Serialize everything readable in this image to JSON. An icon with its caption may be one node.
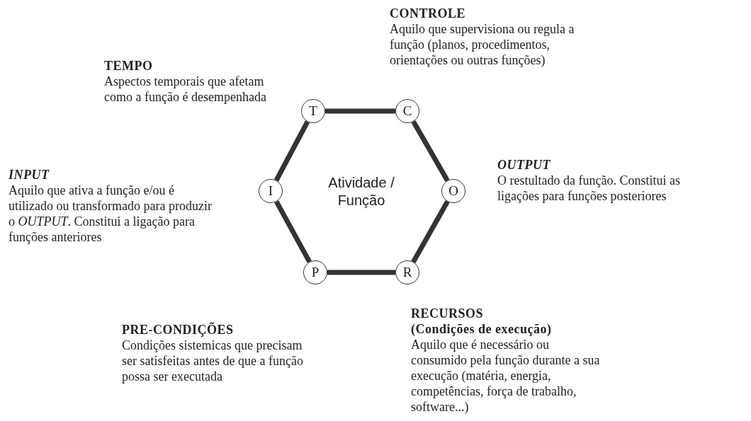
{
  "diagram": {
    "nodes": [
      {
        "text": [
          "T"
        ],
        "beside": [
          "TEMPO",
          "Aspectos temporais que afetam como a função é desempenhada"
        ]
      },
      {
        "text": [
          "C"
        ],
        "beside": [
          "CONTROLE",
          "Aquilo que supervisiona ou regula a função (planos, procedimentos, orientações ou outras funções)"
        ]
      },
      {
        "text": [
          "I"
        ],
        "beside": [
          "INPUT",
          "Aquilo que ativa a função e/ou é utilizado ou transformado para produzir o *OUTPUT*. Constitui a ligação para funções anteriores"
        ]
      },
      {
        "text": [
          "O"
        ],
        "beside": [
          "OUTPUT",
          "O restultado da função. Constitui as ligações para funções posteriores"
        ]
      },
      {
        "text": [
          "P"
        ],
        "beside": [
          "PRE-CONDIÇÕES",
          "Condições sistemicas que precisam ser satisfeitas antes de que a função possa ser executada"
        ]
      },
      {
        "text": [
          "R"
        ],
        "beside": [
          "RECURSOS",
          "(Condições de execução)",
          "Aquilo que é necessário ou consumido pela função durante a sua execução (matéria, energia, competências, força de trabalho, software...)"
        ]
      }
    ],
    "edges": [
      {
        "from": 0,
        "to": 1,
        "arrow": "none"
      },
      {
        "from": 1,
        "to": 3,
        "arrow": "none"
      },
      {
        "from": 3,
        "to": 5,
        "arrow": "none"
      },
      {
        "from": 5,
        "to": 4,
        "arrow": "none"
      },
      {
        "from": 4,
        "to": 2,
        "arrow": "none"
      },
      {
        "from": 2,
        "to": 0,
        "arrow": "none"
      }
    ],
    "labels": [
      "Atividade / Função"
    ]
  }
}
